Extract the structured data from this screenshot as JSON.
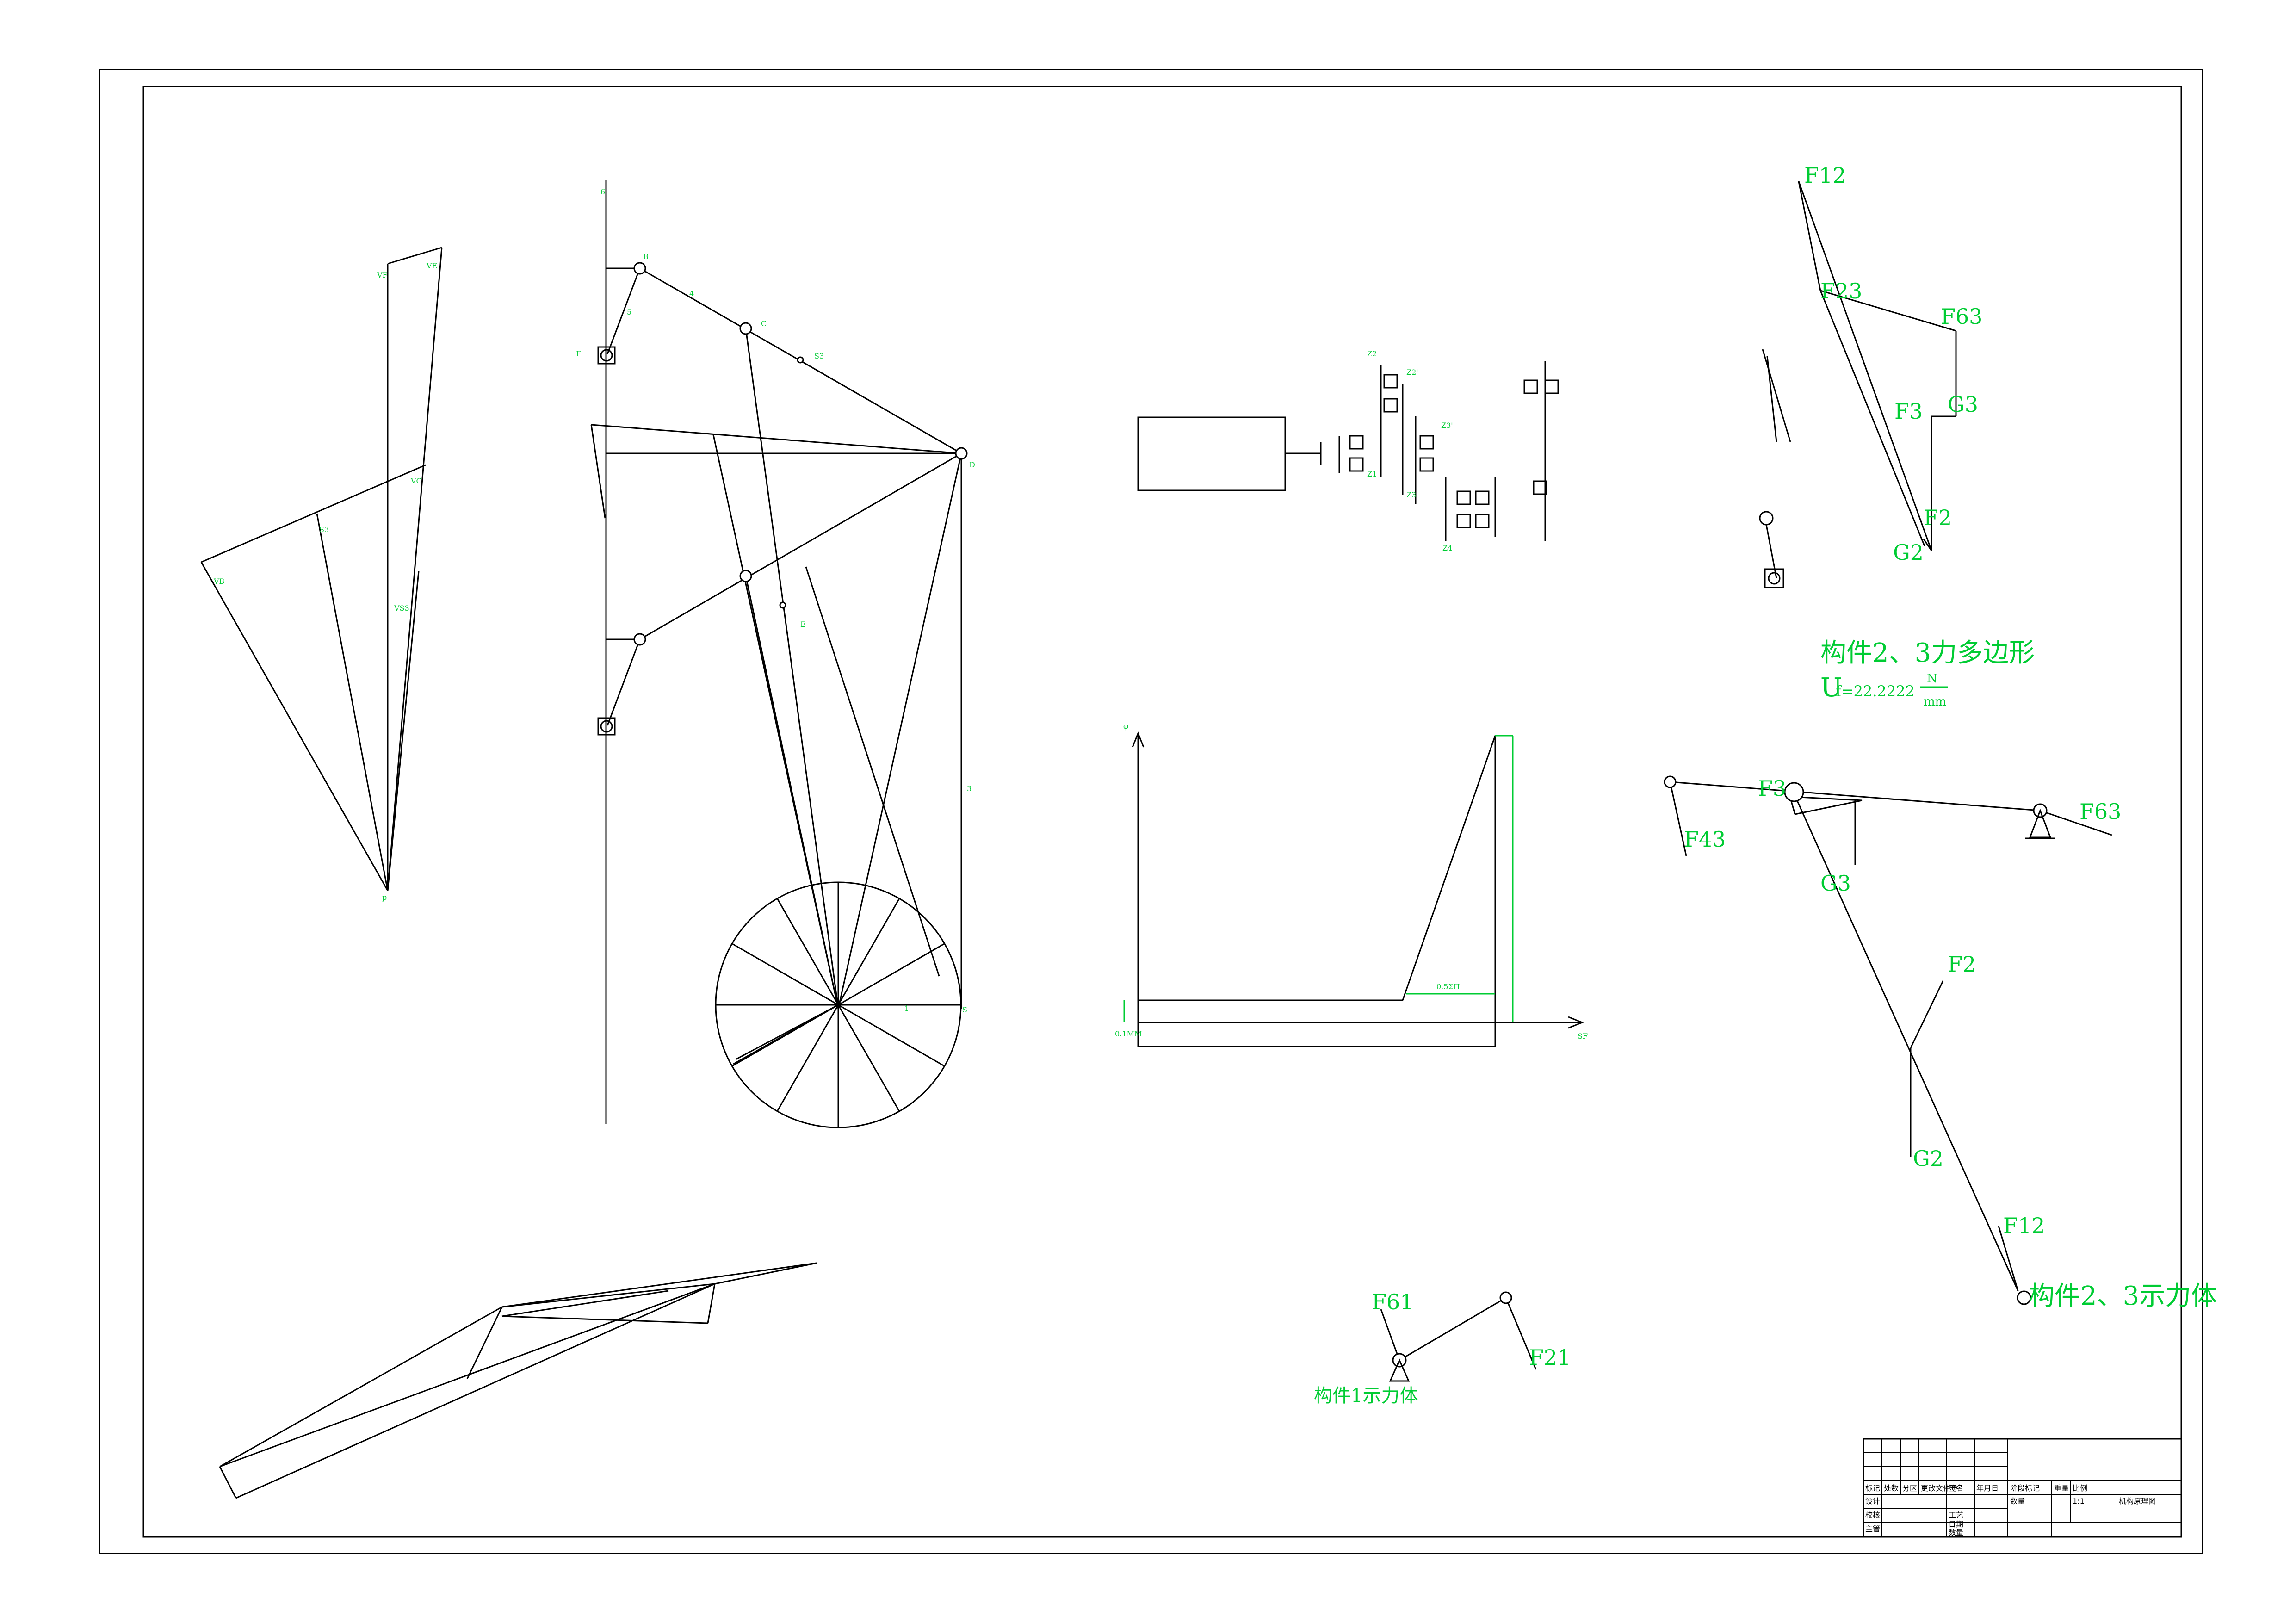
{
  "panel_top_right": {
    "forces": [
      "F12",
      "F23",
      "F63",
      "F3",
      "G3",
      "F2",
      "G2"
    ],
    "caption": "构件2、3力多边形",
    "scale_prefix": "U",
    "scale_subscript": "f=22.2222",
    "scale_numerator": "N",
    "scale_denominator": "mm"
  },
  "panel_right_lever": {
    "forces": [
      "F3",
      "F63",
      "F43",
      "G3"
    ]
  },
  "panel_right_link": {
    "forces": [
      "F2",
      "G2",
      "F12"
    ],
    "caption": "构件2、3示力体"
  },
  "panel_crank": {
    "forces": [
      "F61",
      "F21"
    ],
    "caption": "构件1示力体"
  },
  "mechanism": {
    "labels": [
      "B",
      "C",
      "S3",
      "D",
      "E",
      "F",
      "1",
      "3",
      "4",
      "5",
      "6",
      "S"
    ]
  },
  "velocity_polygon": {
    "labels": [
      "VF",
      "VE",
      "VC",
      "VB",
      "VS3",
      "S3",
      "p"
    ]
  },
  "graph": {
    "y_axis_label": "φ",
    "x_axis_label": "SF",
    "readouts": [
      "0.5ΣΠ",
      "0.1ΜΜ"
    ]
  },
  "gear_train": {
    "labels": [
      "Z2",
      "Z2'",
      "Z1",
      "Z3",
      "Z3'",
      "Z4"
    ]
  },
  "title_block": {
    "drawing_title": "机构原理图",
    "scale_value": "1:1",
    "headers": [
      "标记",
      "处数",
      "分区",
      "更改文件号",
      "签名",
      "年月日"
    ],
    "rows": [
      "设计",
      "校核",
      "主管"
    ],
    "right_cells": [
      "阶段标记",
      "重量",
      "比例"
    ],
    "sub_cells": [
      "工艺",
      "日期",
      "数量"
    ],
    "sheet_label": "数量"
  }
}
